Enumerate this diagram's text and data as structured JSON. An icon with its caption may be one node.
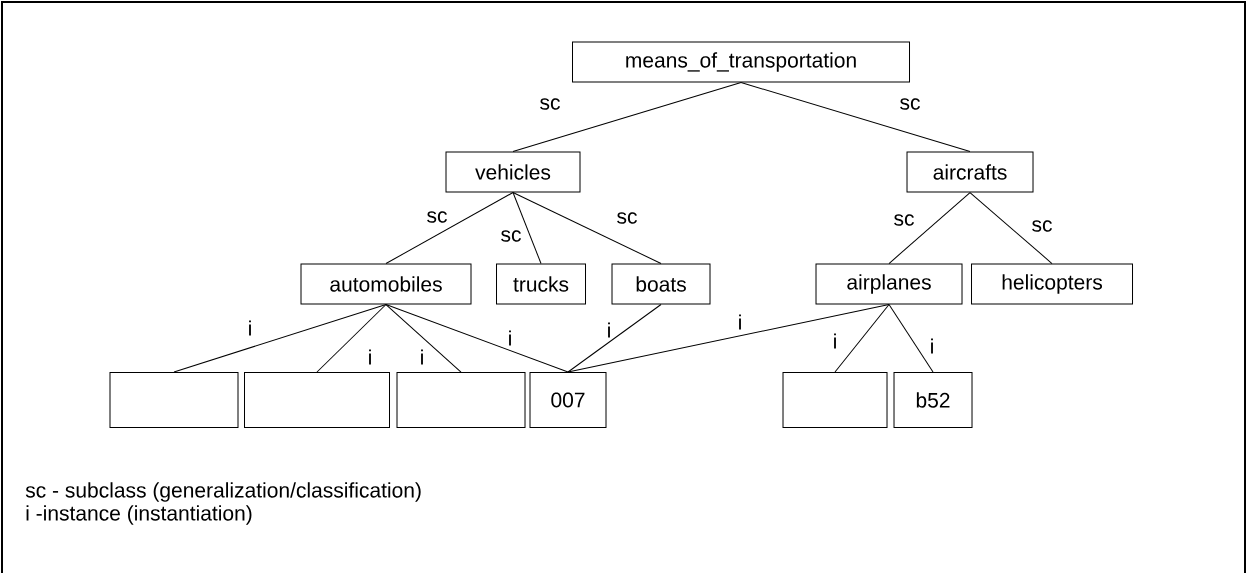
{
  "diagram": {
    "nodes": [
      {
        "text": [
          "means_of_transportation"
        ]
      },
      {
        "text": [
          "vehicles"
        ]
      },
      {
        "text": [
          "aircrafts"
        ]
      },
      {
        "text": [
          "automobiles"
        ]
      },
      {
        "text": [
          "trucks"
        ]
      },
      {
        "text": [
          "boats"
        ]
      },
      {
        "text": [
          "airplanes"
        ]
      },
      {
        "text": [
          "helicopters"
        ]
      },
      {
        "text": [],
        "shape": "box"
      },
      {
        "text": [],
        "shape": "box"
      },
      {
        "text": [],
        "shape": "box"
      },
      {
        "text": [
          "007"
        ]
      },
      {
        "text": [],
        "shape": "box"
      },
      {
        "text": [
          "b52"
        ]
      }
    ],
    "edges": [
      {
        "from": 0,
        "to": 1,
        "arrow": "none",
        "label": "sc"
      },
      {
        "from": 0,
        "to": 2,
        "arrow": "none",
        "label": "sc"
      },
      {
        "from": 1,
        "to": 3,
        "arrow": "none",
        "label": "sc"
      },
      {
        "from": 1,
        "to": 4,
        "arrow": "none",
        "label": "sc"
      },
      {
        "from": 1,
        "to": 5,
        "arrow": "none",
        "label": "sc"
      },
      {
        "from": 2,
        "to": 6,
        "arrow": "none",
        "label": "sc"
      },
      {
        "from": 2,
        "to": 7,
        "arrow": "none",
        "label": "sc"
      },
      {
        "from": 3,
        "to": 8,
        "arrow": "none",
        "label": "i"
      },
      {
        "from": 3,
        "to": 9,
        "arrow": "none",
        "label": "i"
      },
      {
        "from": 3,
        "to": 10,
        "arrow": "none",
        "label": "i"
      },
      {
        "from": 3,
        "to": 11,
        "arrow": "none",
        "label": "i"
      },
      {
        "from": 5,
        "to": 11,
        "arrow": "none",
        "label": "i"
      },
      {
        "from": 6,
        "to": 11,
        "arrow": "none",
        "label": "i"
      },
      {
        "from": 6,
        "to": 12,
        "arrow": "none",
        "label": "i"
      },
      {
        "from": 6,
        "to": 13,
        "arrow": "none",
        "label": "i"
      }
    ],
    "labels": [
      "sc - subclass (generalization/classification)",
      "i -instance (instantiation)"
    ]
  }
}
